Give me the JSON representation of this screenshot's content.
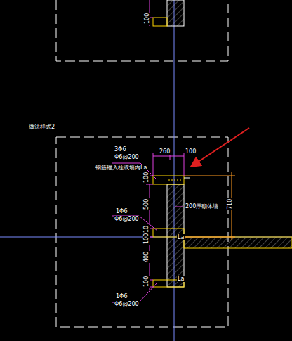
{
  "diagram": {
    "labels": [
      "100",
      "做法样式2",
      "3Φ6",
      "Φ6@200",
      "钢筋锚入柱或墙内La",
      "260",
      "100",
      "100",
      "500",
      "1Φ6",
      "Φ6@200",
      "10",
      "100",
      "400",
      "100",
      "200厚砌体墙",
      "710",
      "La",
      "La",
      "1Φ6",
      "Φ6@200"
    ]
  }
}
